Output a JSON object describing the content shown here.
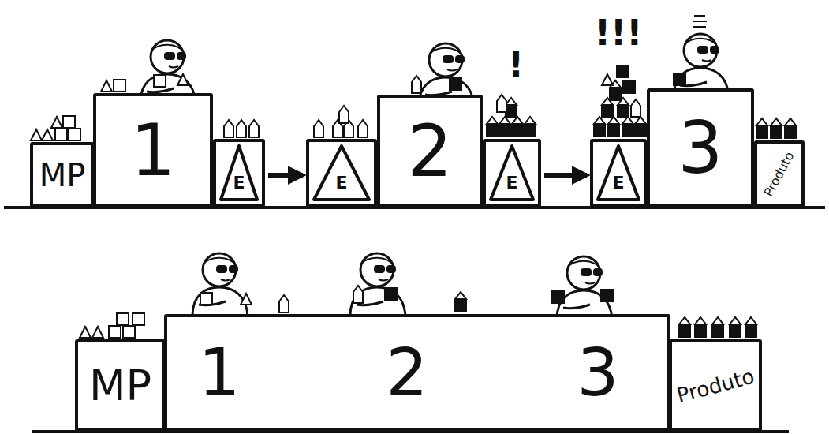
{
  "diagram": {
    "nodes": [
      {
        "text": [
          "MP"
        ]
      },
      {
        "text": [
          "1"
        ]
      },
      {
        "text": [
          "E"
        ]
      },
      {
        "text": [
          "E"
        ]
      },
      {
        "text": [
          "2"
        ]
      },
      {
        "text": [
          "E"
        ]
      },
      {
        "text": [
          "E"
        ]
      },
      {
        "text": [
          "3"
        ]
      },
      {
        "text": [
          "Produto"
        ]
      },
      {
        "text": [
          "MP"
        ]
      },
      {
        "text": []
      },
      {
        "text": [
          "1"
        ],
        "in": 10
      },
      {
        "text": [
          "2"
        ],
        "in": 10
      },
      {
        "text": [
          "3"
        ],
        "in": 10
      },
      {
        "text": [
          "Produto"
        ]
      }
    ],
    "edges": [
      {
        "from": 2,
        "to": 3,
        "arrow": "to"
      },
      {
        "from": 5,
        "to": 6,
        "arrow": "to"
      },
      {
        "from": 11,
        "to": 12,
        "arrow": "to"
      },
      {
        "from": 12,
        "to": 13,
        "arrow": "to"
      }
    ],
    "labels": [
      "!",
      "!!!"
    ]
  }
}
